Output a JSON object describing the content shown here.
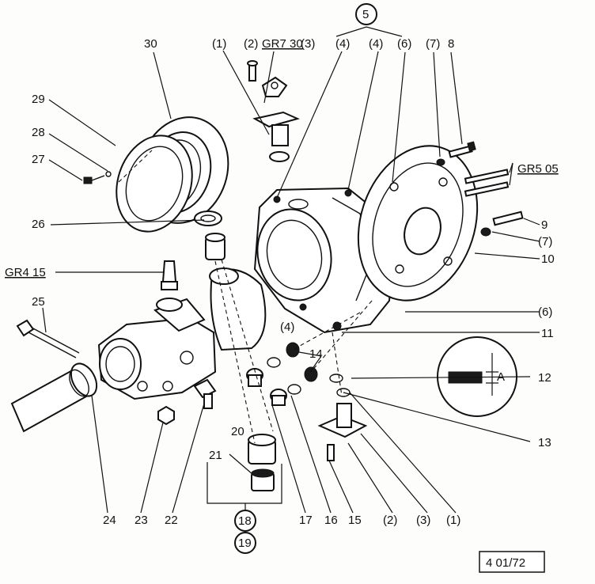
{
  "labels": {
    "l30": "30",
    "l29": "29",
    "l28": "28",
    "l27": "27",
    "l26": "26",
    "gr415": "GR4 15",
    "l25": "25",
    "p1_top": "(1)",
    "p2_top": "(2)",
    "gr730": "GR7 30",
    "p3_top": "(3)",
    "l5": "5",
    "p4a": "(4)",
    "p4b": "(4)",
    "p6_top": "(6)",
    "p7_top": "(7)",
    "l8": "8",
    "gr505": "GR5 05",
    "l9": "9",
    "p7_mid": "(7)",
    "l10": "10",
    "p6_mid": "(6)",
    "p4c": "(4)",
    "l11": "11",
    "l14": "14",
    "l12": "12",
    "dimA": "A",
    "l13": "13",
    "l20": "20",
    "l21": "21",
    "l18": "18",
    "l19": "19",
    "b24": "24",
    "b23": "23",
    "b22": "22",
    "b17": "17",
    "b16": "16",
    "b15": "15",
    "b2": "(2)",
    "b3": "(3)",
    "b1": "(1)"
  },
  "ref_code": "4 01/72"
}
